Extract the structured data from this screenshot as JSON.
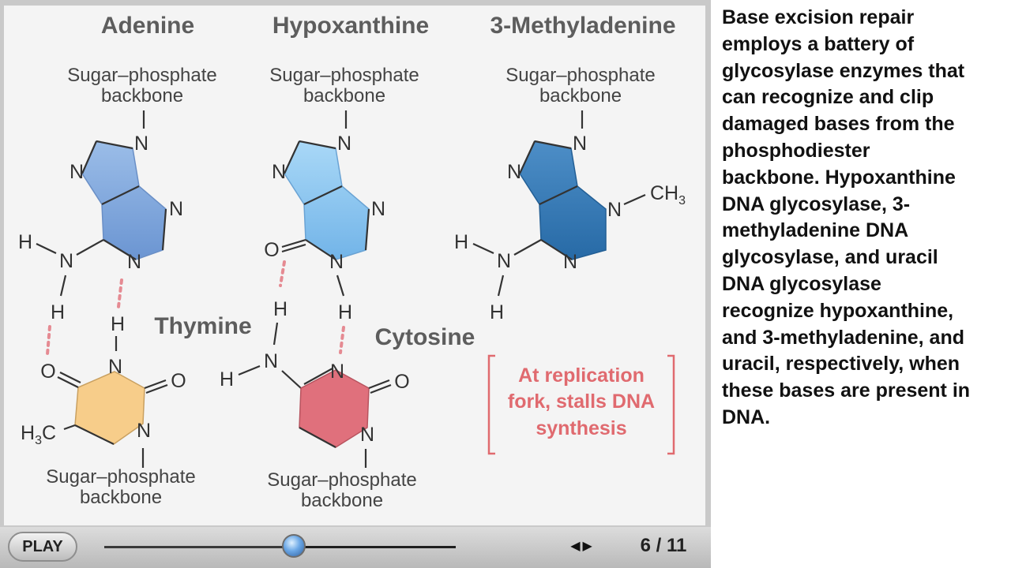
{
  "diagram": {
    "titles": {
      "adenine": "Adenine",
      "hypoxanthine": "Hypoxanthine",
      "methyladenine": "3-Methyladenine",
      "thymine": "Thymine",
      "cytosine": "Cytosine"
    },
    "backbone": {
      "line1": "Sugar–phosphate",
      "line2": "backbone"
    },
    "atoms": {
      "N": "N",
      "H": "H",
      "O": "O",
      "CH3": "CH",
      "CH3_sub": "3",
      "H3C": "H",
      "H3C_sub": "3",
      "H3C_tail": "C"
    },
    "ring_colors": {
      "adenine": "#7fa6dc",
      "hypoxanthine": "#8cc5ef",
      "methyladenine": "#3377b3",
      "thymine": "#f7cd8a",
      "cytosine": "#e0707c"
    },
    "note": {
      "line1": "At replication",
      "line2": "fork, stalls DNA",
      "line3": "synthesis",
      "color": "#e06a6f"
    }
  },
  "player": {
    "play_label": "PLAY",
    "prev_icon": "◀",
    "next_icon": "▶",
    "page_counter": "6 / 11",
    "progress_fraction": 0.54
  },
  "sidebar": {
    "lines": [
      "Base excision repair",
      "employs a battery of",
      "glycosylase enzymes that",
      "can recognize and clip",
      "damaged bases from the",
      "phosphodiester",
      "backbone. Hypoxanthine",
      "DNA glycosylase, 3-",
      "methyladenine DNA",
      "glycosylase, and uracil",
      "DNA glycosylase",
      "recognize hypoxanthine,",
      "and 3-methyladenine, and",
      "uracil, respectively, when",
      "these bases are present in",
      "DNA."
    ]
  }
}
